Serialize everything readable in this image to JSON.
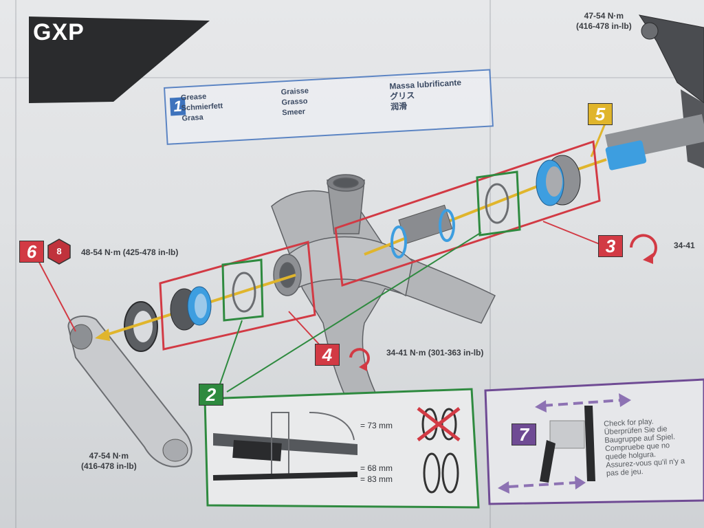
{
  "title": "GXP",
  "legend": {
    "badge": "1",
    "columns": [
      [
        "Grease",
        "Schmierfett",
        "Grasa"
      ],
      [
        "Graisse",
        "Grasso",
        "Smeer"
      ],
      [
        "Massa lubrificante",
        "グリス",
        "润滑"
      ]
    ]
  },
  "steps": {
    "step2": "2",
    "step3": "3",
    "step4": "4",
    "step5": "5",
    "step6": "6",
    "step7": "7",
    "hex_size": "8"
  },
  "torques": {
    "top_right_line1": "47-54 N·m",
    "top_right_line2": "(416-478 in-lb)",
    "step6": "48-54 N·m (425-478 in-lb)",
    "step3": "34-41",
    "step4": "34-41 N·m (301-363 in-lb)",
    "crank_line1": "47-54 N·m",
    "crank_line2": "(416-478 in-lb)"
  },
  "shell_widths": {
    "wide": "= 73 mm",
    "narrow_a": "= 68 mm",
    "narrow_b": "= 83 mm"
  },
  "check_play": [
    "Check for play.",
    "Überprüfen Sie die",
    "Baugruppe auf Spiel.",
    "Compruebe que no",
    "quede holgura.",
    "Assurez-vous qu'il n'y a",
    "pas de jeu."
  ],
  "colors": {
    "red": "#d23a44",
    "green": "#2e8a3f",
    "blue": "#3e73bd",
    "yellow": "#e0b52c",
    "purple": "#6f4b94",
    "bearing_blue": "#3d9ee0"
  }
}
